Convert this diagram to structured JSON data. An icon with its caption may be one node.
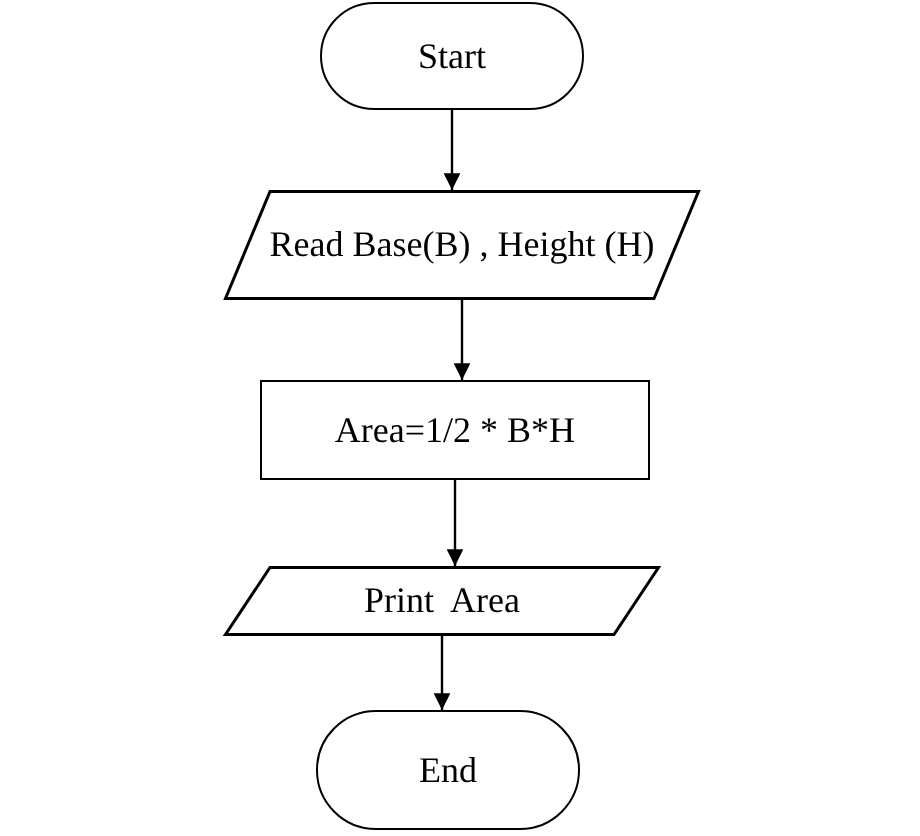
{
  "diagram": {
    "nodes": [
      {
        "text": [
          "Start"
        ]
      },
      {
        "text": [
          "Read Base(B) , Height (H)"
        ]
      },
      {
        "text": [
          "Area=1/2 * B*H"
        ]
      },
      {
        "text": [
          "Print  Area"
        ]
      },
      {
        "text": [
          "End"
        ]
      }
    ],
    "edges": [
      {
        "from": 0,
        "to": 1,
        "arrow": "to"
      },
      {
        "from": 1,
        "to": 2,
        "arrow": "to"
      },
      {
        "from": 2,
        "to": 3,
        "arrow": "to"
      },
      {
        "from": 3,
        "to": 4,
        "arrow": "to"
      }
    ]
  }
}
